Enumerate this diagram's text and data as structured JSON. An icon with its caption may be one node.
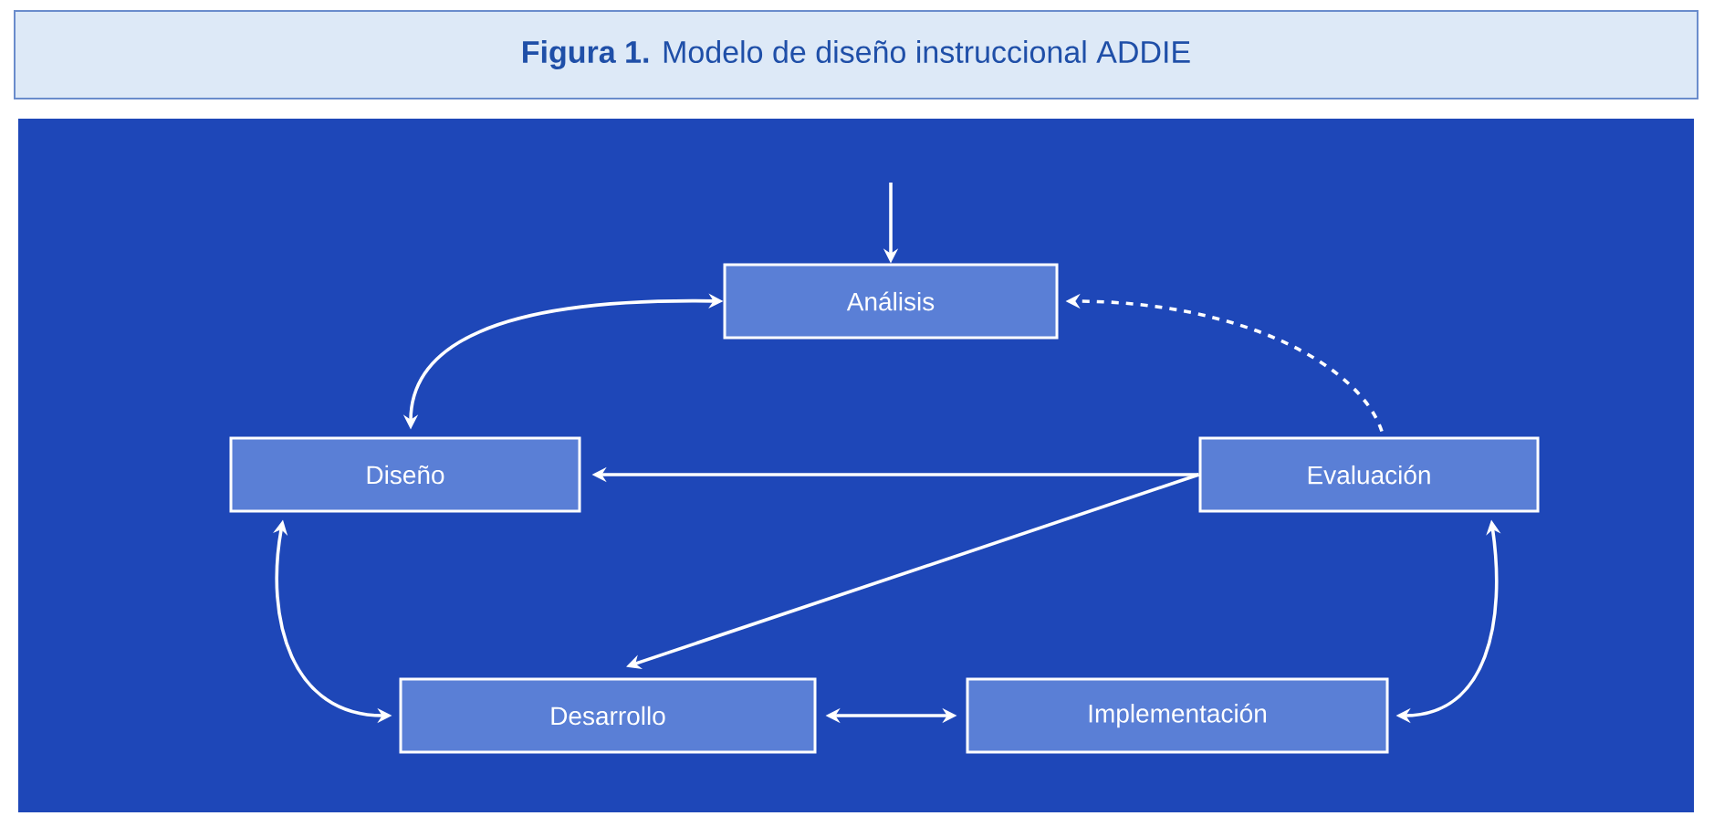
{
  "diagram": {
    "title": "**Figura 1.** Modelo de diseño instruccional ADDIE",
    "nodes": [
      {
        "text": [
          "Análisis"
        ]
      },
      {
        "text": [
          "Diseño"
        ]
      },
      {
        "text": [
          "Evaluación"
        ]
      },
      {
        "text": [
          "Desarrollo"
        ]
      },
      {
        "text": [
          "Implementación"
        ]
      }
    ],
    "edges": [
      {
        "from": null,
        "to": 0,
        "arrow": "to"
      },
      {
        "from": 0,
        "to": 1,
        "arrow": "both"
      },
      {
        "from": 2,
        "to": 0,
        "arrow": "to",
        "style": "dashed"
      },
      {
        "from": 2,
        "to": 1,
        "arrow": "to"
      },
      {
        "from": 2,
        "to": 3,
        "arrow": "to"
      },
      {
        "from": 1,
        "to": 3,
        "arrow": "both"
      },
      {
        "from": 3,
        "to": 4,
        "arrow": "both"
      },
      {
        "from": 4,
        "to": 2,
        "arrow": "both"
      }
    ]
  }
}
